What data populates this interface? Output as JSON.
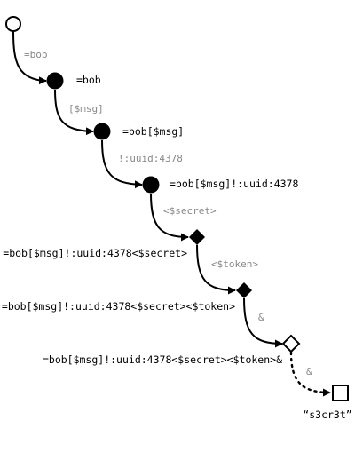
{
  "diagram": {
    "nodes": [
      {
        "id": "start",
        "shape": "open-circle",
        "label": ""
      },
      {
        "id": "n1",
        "shape": "filled-circle",
        "label": "=bob"
      },
      {
        "id": "n2",
        "shape": "filled-circle",
        "label": "=bob[$msg]"
      },
      {
        "id": "n3",
        "shape": "filled-circle",
        "label": "=bob[$msg]!:uuid:4378"
      },
      {
        "id": "n4",
        "shape": "filled-diamond",
        "label": "=bob[$msg]!:uuid:4378<$secret>"
      },
      {
        "id": "n5",
        "shape": "filled-diamond",
        "label": "=bob[$msg]!:uuid:4378<$secret><$token>"
      },
      {
        "id": "n6",
        "shape": "open-diamond",
        "label": "=bob[$msg]!:uuid:4378<$secret><$token>&"
      },
      {
        "id": "end",
        "shape": "open-square",
        "label": "“s3cr3t”"
      }
    ],
    "edges": [
      {
        "from": "start",
        "to": "n1",
        "label": "=bob",
        "style": "solid"
      },
      {
        "from": "n1",
        "to": "n2",
        "label": "[$msg]",
        "style": "solid"
      },
      {
        "from": "n2",
        "to": "n3",
        "label": "!:uuid:4378",
        "style": "solid"
      },
      {
        "from": "n3",
        "to": "n4",
        "label": "<$secret>",
        "style": "solid"
      },
      {
        "from": "n4",
        "to": "n5",
        "label": "<$token>",
        "style": "solid"
      },
      {
        "from": "n5",
        "to": "n6",
        "label": "&",
        "style": "solid"
      },
      {
        "from": "n6",
        "to": "end",
        "label": "&",
        "style": "dotted"
      }
    ]
  }
}
